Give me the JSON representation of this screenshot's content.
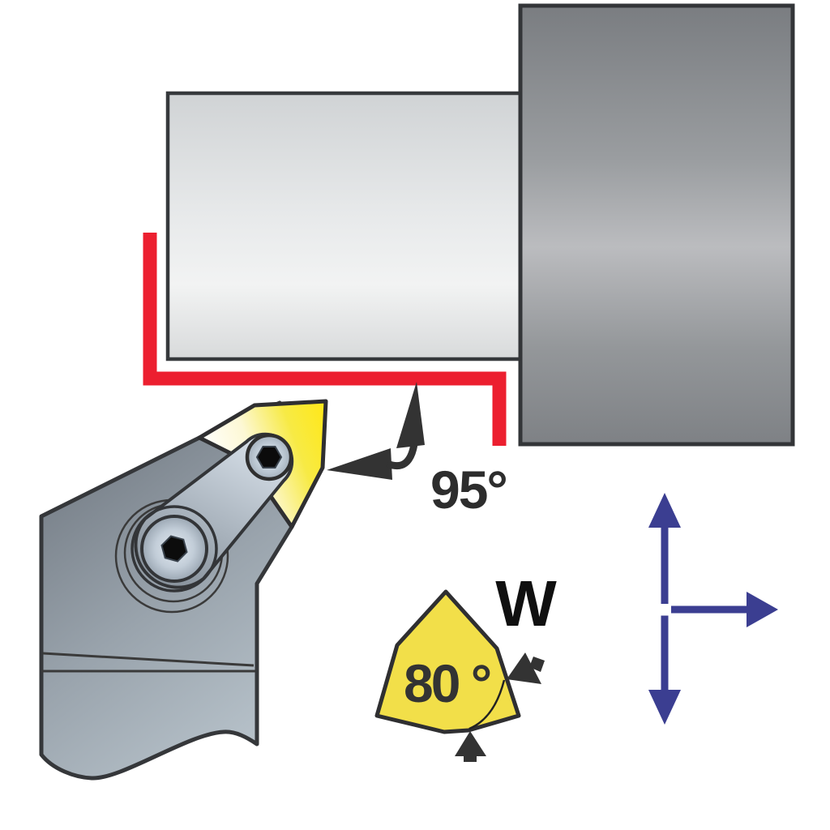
{
  "diagram": {
    "description": "Lathe external turning toolholder cutting a stepped workpiece",
    "labels": {
      "approach_angle": "95°",
      "insert_shape_code": "W",
      "nose_angle": "80 °"
    },
    "colors": {
      "cut_path": "#ec1f2f",
      "feed_arrows": "#3b3e91",
      "annotation": "#333333",
      "trigon_yellow": "#f2df49",
      "insert_yellow": "#ffe81a",
      "background": "#ffffff"
    }
  }
}
